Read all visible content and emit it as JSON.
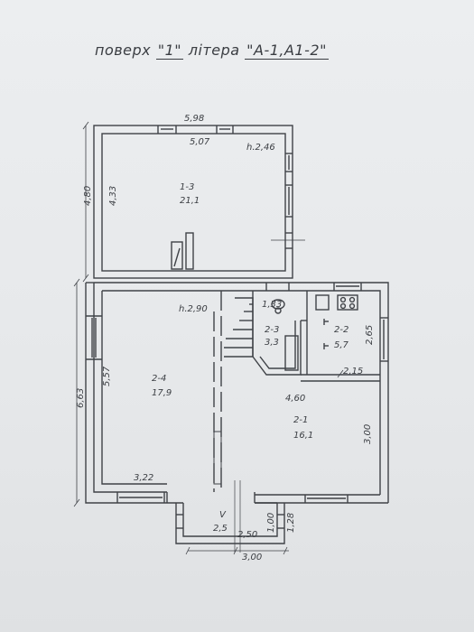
{
  "title": {
    "prefix": "поверх",
    "floor": "\"1\"",
    "middle": "літера",
    "letter": "\"А-1,А1-2\""
  },
  "rooms": [
    {
      "id": "1-3",
      "area": "21,1"
    },
    {
      "id": "2-4",
      "area": "17,9"
    },
    {
      "id": "2-1",
      "area": "16,1"
    },
    {
      "id": "2-2",
      "area": "5,7"
    },
    {
      "id": "2-3",
      "area": "3,3"
    }
  ],
  "heights": {
    "upper": "h.2,46",
    "lower": "h.2,90"
  },
  "dimensions": {
    "upper_outer_width": "5,98",
    "upper_inner_width": "5,07",
    "upper_outer_height": "4,80",
    "upper_inner_height": "4,33",
    "lower_outer_height": "6,63",
    "room_2_4_height": "5,57",
    "room_2_4_width": "3,22",
    "room_2_1_height": "3,00",
    "room_2_1_width": "4,60",
    "room_2_2_height": "2,65",
    "room_2_2_width": "2,15",
    "room_2_3_width": "1,33",
    "porch_inner_width": "2,50",
    "porch_outer_width": "3,00",
    "porch_depth_inner": "1,00",
    "porch_depth_outer": "1,28"
  },
  "porch": {
    "label": "V",
    "area": "2,5"
  }
}
